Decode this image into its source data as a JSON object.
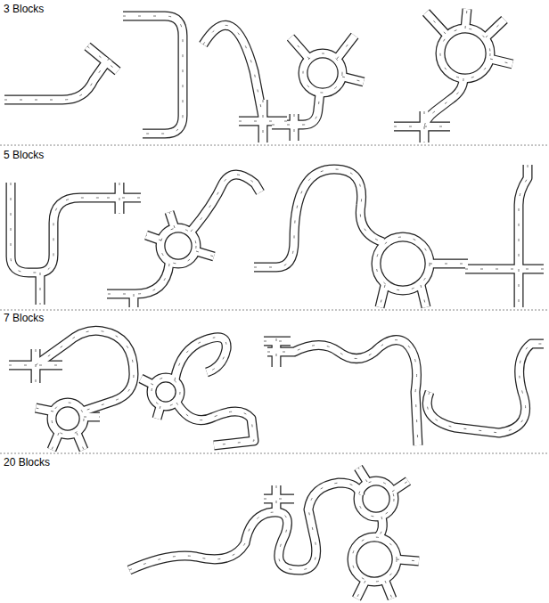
{
  "diagram": {
    "labels": [
      "3 Blocks",
      "5 Blocks",
      "7 Blocks",
      "20 Blocks"
    ]
  }
}
